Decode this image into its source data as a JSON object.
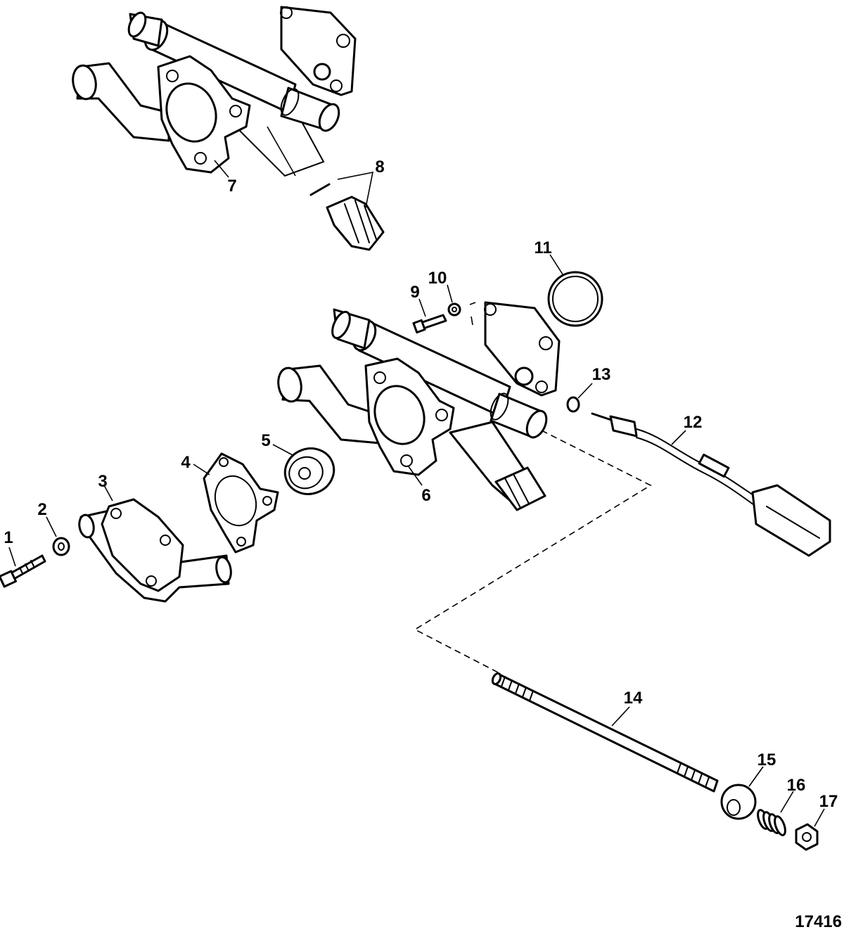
{
  "diagram": {
    "type": "exploded-parts-diagram",
    "callouts": [
      {
        "id": "c1",
        "label": "1"
      },
      {
        "id": "c2",
        "label": "2"
      },
      {
        "id": "c3",
        "label": "3"
      },
      {
        "id": "c4",
        "label": "4"
      },
      {
        "id": "c5",
        "label": "5"
      },
      {
        "id": "c6",
        "label": "6"
      },
      {
        "id": "c7",
        "label": "7"
      },
      {
        "id": "c8",
        "label": "8"
      },
      {
        "id": "c9",
        "label": "9"
      },
      {
        "id": "c10",
        "label": "10"
      },
      {
        "id": "c11",
        "label": "11"
      },
      {
        "id": "c12",
        "label": "12"
      },
      {
        "id": "c13",
        "label": "13"
      },
      {
        "id": "c14",
        "label": "14"
      },
      {
        "id": "c15",
        "label": "15"
      },
      {
        "id": "c16",
        "label": "16"
      },
      {
        "id": "c17",
        "label": "17"
      }
    ],
    "illustration_number": "17416"
  }
}
